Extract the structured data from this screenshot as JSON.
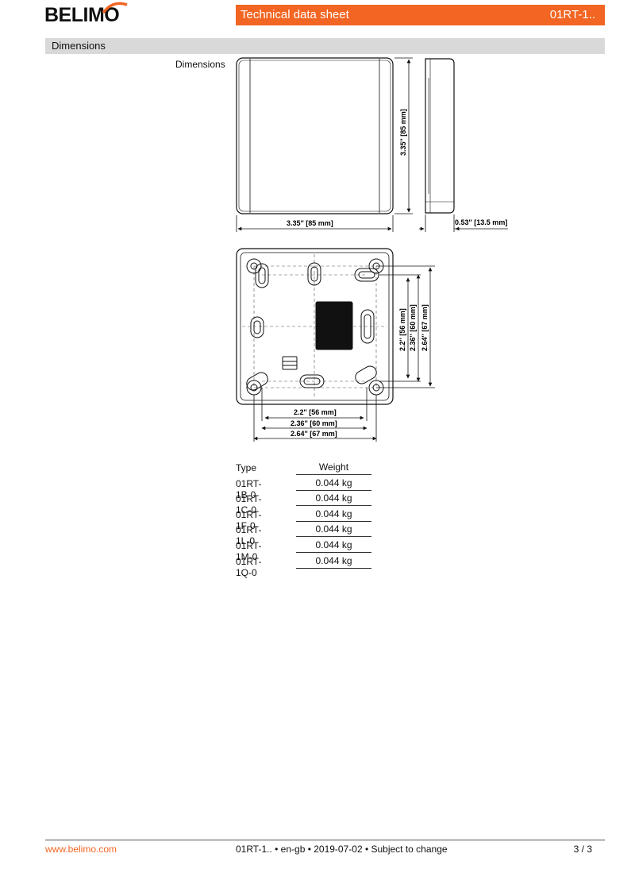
{
  "header": {
    "brand": "BELIMO",
    "title": "Technical data sheet",
    "code": "01RT-1..",
    "brand_color": "#f26522"
  },
  "section": {
    "title": "Dimensions",
    "side_label": "Dimensions"
  },
  "drawing": {
    "height_top": "3.35'' [85 mm]",
    "width_top": "3.35'' [85 mm]",
    "depth": "0.53'' [13.5 mm]",
    "h_56": "2.2'' [56 mm]",
    "h_60": "2.36'' [60 mm]",
    "h_67": "2.64'' [67 mm]",
    "v_56": "2.2'' [56 mm]",
    "v_60": "2.36'' [60 mm]",
    "v_67": "2.64'' [67 mm]"
  },
  "table": {
    "header_type": "Type",
    "header_weight": "Weight",
    "rows": [
      {
        "type": "01RT-1B-0",
        "weight": "0.044 kg"
      },
      {
        "type": "01RT-1C-0",
        "weight": "0.044 kg"
      },
      {
        "type": "01RT-1F-0",
        "weight": "0.044 kg"
      },
      {
        "type": "01RT-1L-0",
        "weight": "0.044 kg"
      },
      {
        "type": "01RT-1M-0",
        "weight": "0.044 kg"
      },
      {
        "type": "01RT-1Q-0",
        "weight": "0.044 kg"
      }
    ]
  },
  "footer": {
    "website": "www.belimo.com",
    "info": "01RT-1.. • en-gb • 2019-07-02 • Subject to change",
    "page": "3 / 3"
  }
}
